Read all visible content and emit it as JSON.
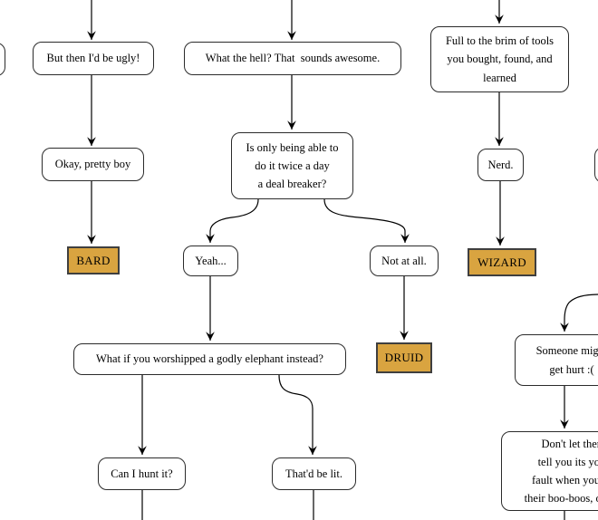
{
  "flowchart": {
    "description": "class selection flowchart (cropped view)",
    "colors": {
      "background": "#ffffff",
      "node_fill": "#ffffff",
      "node_border": "#2b2b2b",
      "arrow": "#000000",
      "result_fill": "#d9a440",
      "result_border": "#3f3f3f"
    },
    "nodes": {
      "offscreen_left": {
        "label": ""
      },
      "but_then_ugly": {
        "lines": [
          "But then I'd be ugly!"
        ]
      },
      "what_the_hell": {
        "lines": [
          "What the hell? That  sounds awesome."
        ]
      },
      "full_to_brim": {
        "lines": [
          "Full to the brim of tools",
          "you bought, found, and",
          "learned"
        ]
      },
      "okay_pretty_boy": {
        "lines": [
          "Okay, pretty boy"
        ]
      },
      "nerd": {
        "lines": [
          "Nerd."
        ]
      },
      "offscreen_right": {
        "label": ""
      },
      "twice_a_day": {
        "lines": [
          "Is only being able to",
          "do it twice a day",
          "a deal breaker?"
        ]
      },
      "yeah": {
        "lines": [
          "Yeah..."
        ]
      },
      "not_at_all": {
        "lines": [
          "Not at all."
        ]
      },
      "bard": {
        "label": "BARD"
      },
      "wizard": {
        "label": "WIZARD"
      },
      "elephant": {
        "lines": [
          "What if you worshipped a godly elephant instead?"
        ]
      },
      "druid": {
        "label": "DRUID"
      },
      "can_i_hunt": {
        "lines": [
          "Can I hunt it?"
        ]
      },
      "thatd_be_lit": {
        "lines": [
          "That'd be lit."
        ]
      },
      "someone_might": {
        "lines": [
          "Someone might",
          "get hurt :("
        ]
      },
      "dont_let_them": {
        "lines": [
          "Don't let them",
          "tell you its your",
          "fault when you fix",
          "their boo-boos, okay?"
        ]
      }
    },
    "edges": [
      {
        "from": "offscreen_top",
        "to": "but_then_ugly"
      },
      {
        "from": "but_then_ugly",
        "to": "okay_pretty_boy"
      },
      {
        "from": "okay_pretty_boy",
        "to": "bard"
      },
      {
        "from": "offscreen_top",
        "to": "what_the_hell"
      },
      {
        "from": "what_the_hell",
        "to": "twice_a_day"
      },
      {
        "from": "twice_a_day",
        "to": "yeah"
      },
      {
        "from": "twice_a_day",
        "to": "not_at_all"
      },
      {
        "from": "yeah",
        "to": "elephant"
      },
      {
        "from": "not_at_all",
        "to": "druid"
      },
      {
        "from": "elephant",
        "to": "can_i_hunt"
      },
      {
        "from": "elephant",
        "to": "thatd_be_lit"
      },
      {
        "from": "can_i_hunt",
        "to": "offscreen_bottom"
      },
      {
        "from": "thatd_be_lit",
        "to": "offscreen_bottom"
      },
      {
        "from": "offscreen_top",
        "to": "full_to_brim"
      },
      {
        "from": "full_to_brim",
        "to": "nerd"
      },
      {
        "from": "nerd",
        "to": "wizard"
      },
      {
        "from": "offscreen_right",
        "to": "someone_might"
      },
      {
        "from": "someone_might",
        "to": "dont_let_them"
      },
      {
        "from": "dont_let_them",
        "to": "offscreen_bottom"
      }
    ]
  }
}
